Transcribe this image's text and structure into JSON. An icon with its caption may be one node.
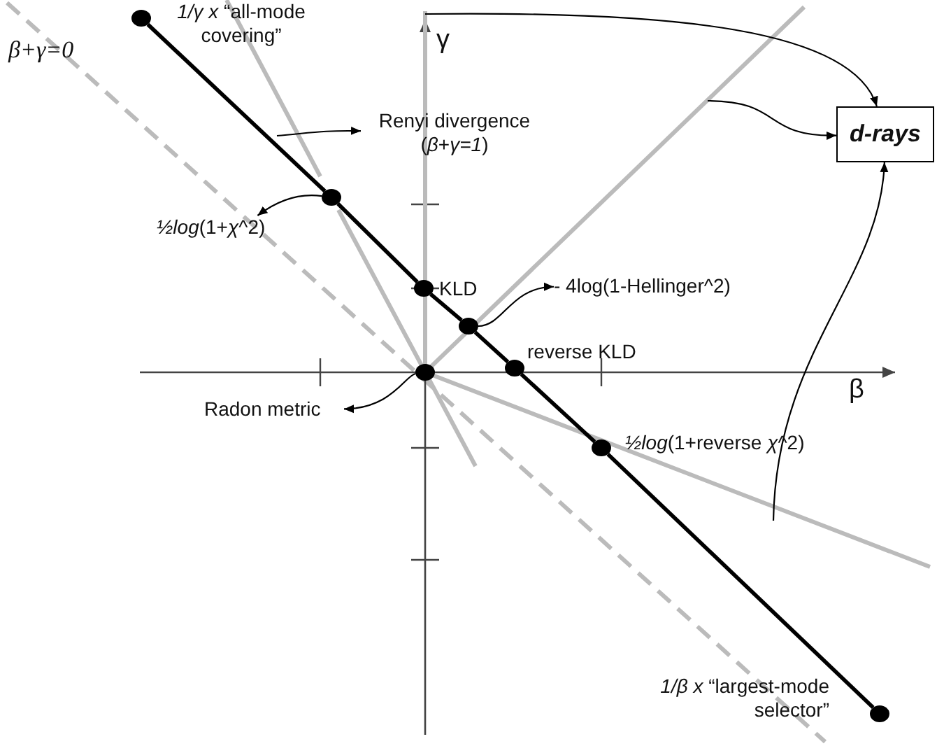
{
  "diagram": {
    "nodes": [
      {
        "text": [],
        "shape": "circle",
        "beside": [
          "*1/γ x* “all-mode covering”"
        ]
      },
      {
        "text": [
          "Renyi divergence (*β*+*γ=1*)"
        ]
      },
      {
        "text": [
          "d-rays"
        ]
      },
      {
        "text": [],
        "shape": "circle"
      },
      {
        "text": [
          "*½log*(1+*χ*^2)"
        ]
      },
      {
        "text": [],
        "shape": "circle",
        "beside": [
          "KLD"
        ]
      },
      {
        "text": [],
        "shape": "circle"
      },
      {
        "text": [
          "- 4log(1-Hellinger^2)"
        ]
      },
      {
        "text": [],
        "shape": "circle",
        "beside": [
          "reverse KLD"
        ]
      },
      {
        "text": [],
        "shape": "circle"
      },
      {
        "text": [
          "Radon metric"
        ]
      },
      {
        "text": [],
        "shape": "circle",
        "beside": [
          "*½log*(1+reverse *χ*^2)"
        ]
      },
      {
        "text": [],
        "shape": "circle",
        "beside": [
          "*1/β x* “largest-mode selector”"
        ]
      }
    ],
    "edges": [
      {
        "from": 0,
        "to": 3,
        "arrow": "none",
        "style": "thick"
      },
      {
        "from": 3,
        "to": 5,
        "arrow": "none",
        "style": "thick"
      },
      {
        "from": 5,
        "to": 6,
        "arrow": "none",
        "style": "thick"
      },
      {
        "from": 6,
        "to": 8,
        "arrow": "none",
        "style": "thick"
      },
      {
        "from": 8,
        "to": 11,
        "arrow": "none",
        "style": "thick"
      },
      {
        "from": 11,
        "to": 12,
        "arrow": "none",
        "style": "thick"
      },
      {
        "from": null,
        "to": 1,
        "arrow": "to"
      },
      {
        "from": null,
        "to": 2,
        "arrow": "to"
      },
      {
        "from": null,
        "to": 2,
        "arrow": "to"
      },
      {
        "from": 3,
        "to": 4,
        "arrow": "to"
      },
      {
        "from": 6,
        "to": 7,
        "arrow": "to"
      },
      {
        "from": 9,
        "to": 10,
        "arrow": "to"
      },
      {
        "from": null,
        "to": 2,
        "arrow": "to"
      }
    ],
    "labels": [
      "β+γ=0",
      "γ",
      "β"
    ]
  }
}
